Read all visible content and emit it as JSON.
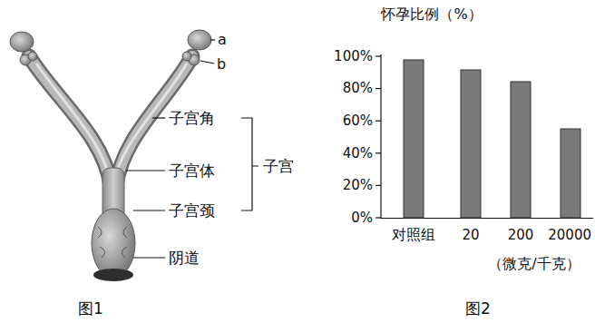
{
  "diagram": {
    "labels": [
      "a",
      "b",
      "子宫角",
      "子宫体",
      "子宫",
      "子宫颈",
      "阴道",
      "图1",
      "怀孕比例（%）",
      "100%",
      "80%",
      "60%",
      "40%",
      "20%",
      "0%",
      "对照组",
      "20",
      "200",
      "20000",
      "（微克/千克）",
      "图2"
    ]
  }
}
